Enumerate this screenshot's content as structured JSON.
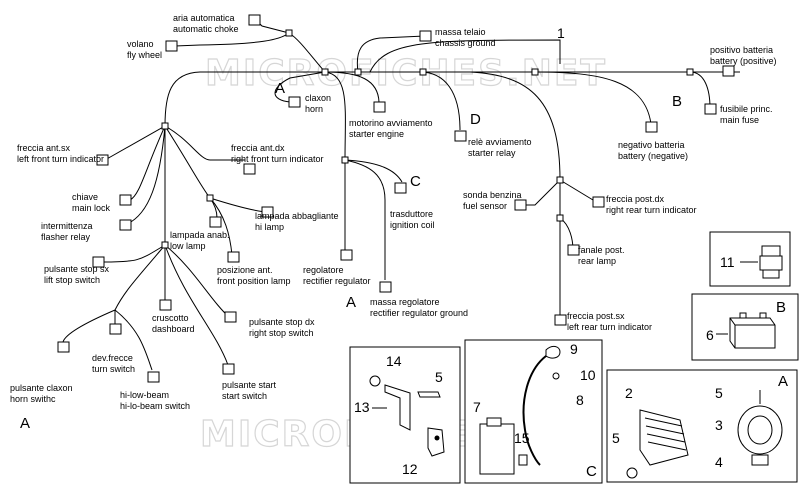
{
  "watermark": "MICROFICHES.NET",
  "harness_ref": "1",
  "labels": {
    "aria_it": "aria automatica",
    "aria_en": "automatic choke",
    "volano_it": "volano",
    "volano_en": "fly wheel",
    "massa_telaio_it": "massa telaio",
    "massa_telaio_en": "chassis ground",
    "positivo_it": "positivo batteria",
    "positivo_en": "battery (positive)",
    "fusibile_it": "fusibile princ.",
    "fusibile_en": "main fuse",
    "negativo_it": "negativo batteria",
    "negativo_en": "battery (negative)",
    "claxon_it": "claxon",
    "claxon_en": "horn",
    "motorino_it": "motorino avviamento",
    "motorino_en": "starter engine",
    "rele_it": "relè avviamento",
    "rele_en": "starter relay",
    "freccia_ant_sx_it": "freccia ant.sx",
    "freccia_ant_sx_en": "left front turn indicator",
    "freccia_ant_dx_it": "freccia ant.dx",
    "freccia_ant_dx_en": "right front turn indicator",
    "chiave_it": "chiave",
    "chiave_en": "main lock",
    "intermittenza_it": "intermittenza",
    "intermittenza_en": "flasher relay",
    "lampada_anab_it": "lampada anab.",
    "lampada_anab_en": "low lamp",
    "lampada_abb_it": "lampada abbagliante",
    "lampada_abb_en": "hi lamp",
    "trasduttore_it": "trasduttore",
    "trasduttore_en": "ignition coil",
    "sonda_it": "sonda benzina",
    "sonda_en": "fuel sensor",
    "freccia_post_dx_it": "freccia post.dx",
    "freccia_post_dx_en": "right rear turn indicator",
    "fanale_it": "fanale post.",
    "fanale_en": "rear lamp",
    "freccia_post_sx_it": "freccia post.sx",
    "freccia_post_sx_en": "left rear turn indicator",
    "posizione_it": "posizione ant.",
    "posizione_en": "front position lamp",
    "regolatore_it": "regolatore",
    "regolatore_en": "rectifier regulator",
    "massa_reg_it": "massa regolatore",
    "massa_reg_en": "rectifier regulator ground",
    "stop_sx_it": "pulsante stop sx",
    "stop_sx_en": "lift stop switch",
    "stop_dx_it": "pulsante stop dx",
    "stop_dx_en": "right stop switch",
    "cruscotto_it": "cruscotto",
    "cruscotto_en": "dashboard",
    "devfrecce_it": "dev.frecce",
    "devfrecce_en": "turn switch",
    "hilow_it": "hi-low-beam",
    "hilow_en": "hi-lo-beam switch",
    "start_it": "pulsante start",
    "start_en": "start switch",
    "claxon_btn_it": "pulsante claxon",
    "claxon_btn_en": "horn swithc"
  },
  "section_letters": {
    "a_top": "A",
    "b_top": "B",
    "c_mid": "C",
    "d_mid": "D",
    "a_mid": "A",
    "a_left": "A"
  },
  "insets": {
    "i11": {
      "num": "11"
    },
    "ib": {
      "letter": "B",
      "num": "6"
    },
    "i12": {
      "n14": "14",
      "n5": "5",
      "n13": "13",
      "n12": "12"
    },
    "ic": {
      "letter": "C",
      "n9": "9",
      "n10": "10",
      "n8": "8",
      "n7": "7",
      "n15": "15"
    },
    "ia": {
      "letter": "A",
      "n2": "2",
      "n5a": "5",
      "n5b": "5",
      "n3": "3",
      "n4": "4"
    }
  }
}
